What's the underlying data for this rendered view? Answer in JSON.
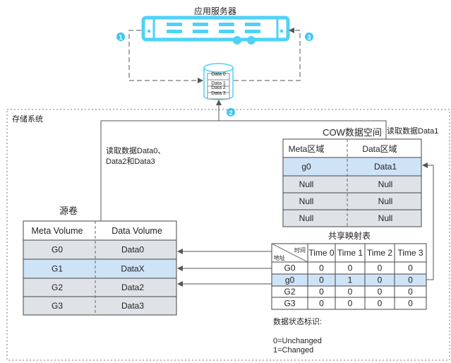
{
  "server": {
    "title": "应用服务器"
  },
  "cache": {
    "items": [
      "Data 0",
      "Data 1",
      "Data 2",
      "Data 3"
    ]
  },
  "badges": [
    "1",
    "2",
    "3"
  ],
  "storage": {
    "title": "存储系统"
  },
  "labels": {
    "read_023": "读取数据Data0、",
    "read_023_line2": "Data2和Data3",
    "read_1": "读取数据Data1"
  },
  "source": {
    "title": "源卷",
    "headers": [
      "Meta Volume",
      "Data Volume"
    ],
    "rows": [
      [
        "G0",
        "Data0"
      ],
      [
        "G1",
        "DataX"
      ],
      [
        "G2",
        "Data2"
      ],
      [
        "G3",
        "Data3"
      ]
    ],
    "highlight_row": 1
  },
  "cow": {
    "title": "COW数据空间",
    "headers": [
      "Meta区域",
      "Data区域"
    ],
    "rows": [
      [
        "g0",
        "Data1"
      ],
      [
        "Null",
        "Null"
      ],
      [
        "Null",
        "Null"
      ],
      [
        "Null",
        "Null"
      ]
    ],
    "highlight_row": 0
  },
  "map": {
    "title": "共享映射表",
    "corner_top": "时间",
    "corner_bottom": "地址",
    "headers": [
      "Time 0",
      "Time 1",
      "Time 2",
      "Time 3"
    ],
    "rows": [
      [
        "G0",
        "0",
        "0",
        "0",
        "0"
      ],
      [
        "g0",
        "0",
        "1",
        "0",
        "0"
      ],
      [
        "G2",
        "0",
        "0",
        "0",
        "0"
      ],
      [
        "G3",
        "0",
        "0",
        "0",
        "0"
      ]
    ],
    "highlight_row": 1
  },
  "legend": {
    "title": "数据状态标识:",
    "items": [
      "0=Unchanged",
      "1=Changed"
    ]
  },
  "colors": {
    "accent": "#4fd2f7",
    "table_bg": "#dfe3e8",
    "highlight": "#cfe3f7",
    "line": "#555555"
  }
}
